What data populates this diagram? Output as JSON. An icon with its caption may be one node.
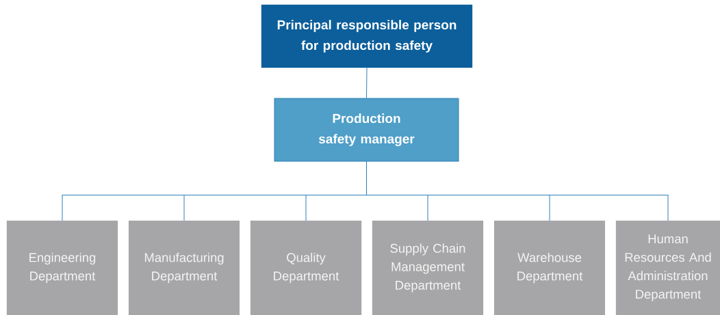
{
  "diagram": {
    "nodes": [
      {
        "text": [
          "Principal responsible person for production safety"
        ]
      },
      {
        "text": [
          "Production safety manager"
        ]
      },
      {
        "text": [
          "Engineering Department"
        ]
      },
      {
        "text": [
          "Manufacturing Department"
        ]
      },
      {
        "text": [
          "Quality Department"
        ]
      },
      {
        "text": [
          "Supply Chain Management Department"
        ]
      },
      {
        "text": [
          "Warehouse Department"
        ]
      },
      {
        "text": [
          "Human Resources And Administration Department"
        ]
      }
    ],
    "edges": [
      {
        "from": 0,
        "to": 1,
        "arrow": "none"
      },
      {
        "from": 1,
        "to": 2,
        "arrow": "none"
      },
      {
        "from": 1,
        "to": 3,
        "arrow": "none"
      },
      {
        "from": 1,
        "to": 4,
        "arrow": "none"
      },
      {
        "from": 1,
        "to": 5,
        "arrow": "none"
      },
      {
        "from": 1,
        "to": 6,
        "arrow": "none"
      },
      {
        "from": 1,
        "to": 7,
        "arrow": "none"
      }
    ]
  }
}
